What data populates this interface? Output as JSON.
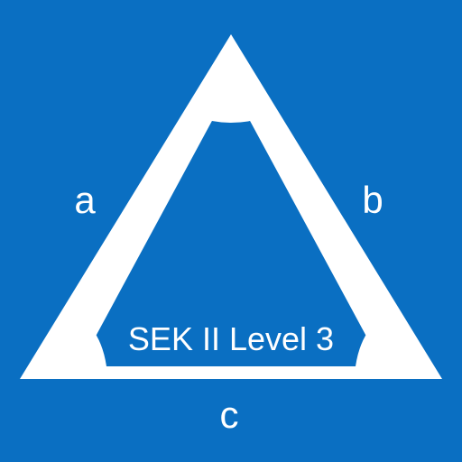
{
  "icon": {
    "background_color": "#0a6fc2",
    "foreground_color": "#ffffff",
    "shape": "triangle-icon",
    "side_labels": {
      "a": "a",
      "b": "b",
      "c": "c"
    },
    "caption": "SEK II Level 3"
  }
}
